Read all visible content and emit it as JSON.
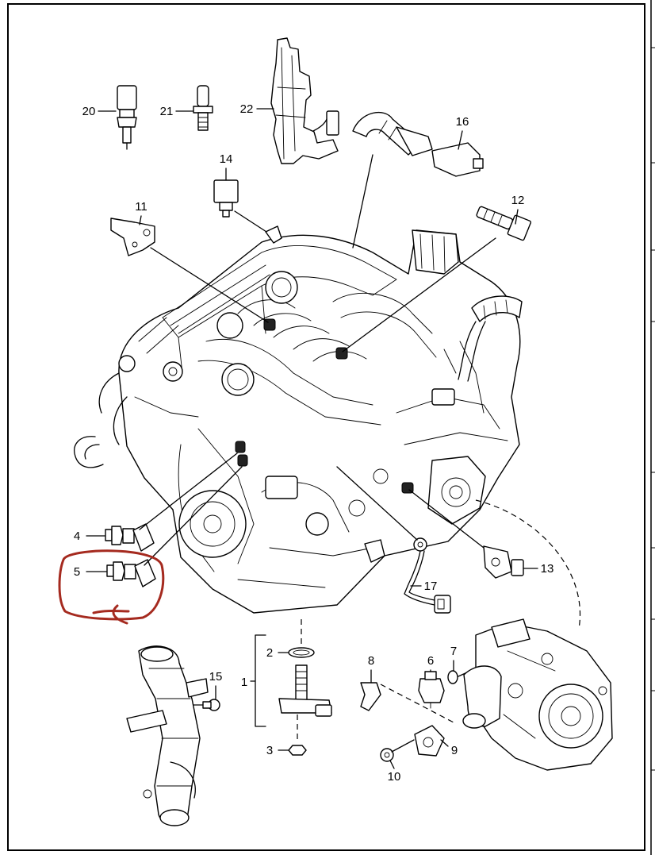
{
  "labels": {
    "p1": "1",
    "p2": "2",
    "p3": "3",
    "p4": "4",
    "p5": "5",
    "p6": "6",
    "p7": "7",
    "p8": "8",
    "p9": "9",
    "p10": "10",
    "p11": "11",
    "p12": "12",
    "p13": "13",
    "p14": "14",
    "p15": "15",
    "p16": "16",
    "p17": "17",
    "p20": "20",
    "p21": "21",
    "p22": "22"
  },
  "colors": {
    "line": "#000000",
    "annotation": "#a52a1f",
    "background": "#ffffff"
  }
}
